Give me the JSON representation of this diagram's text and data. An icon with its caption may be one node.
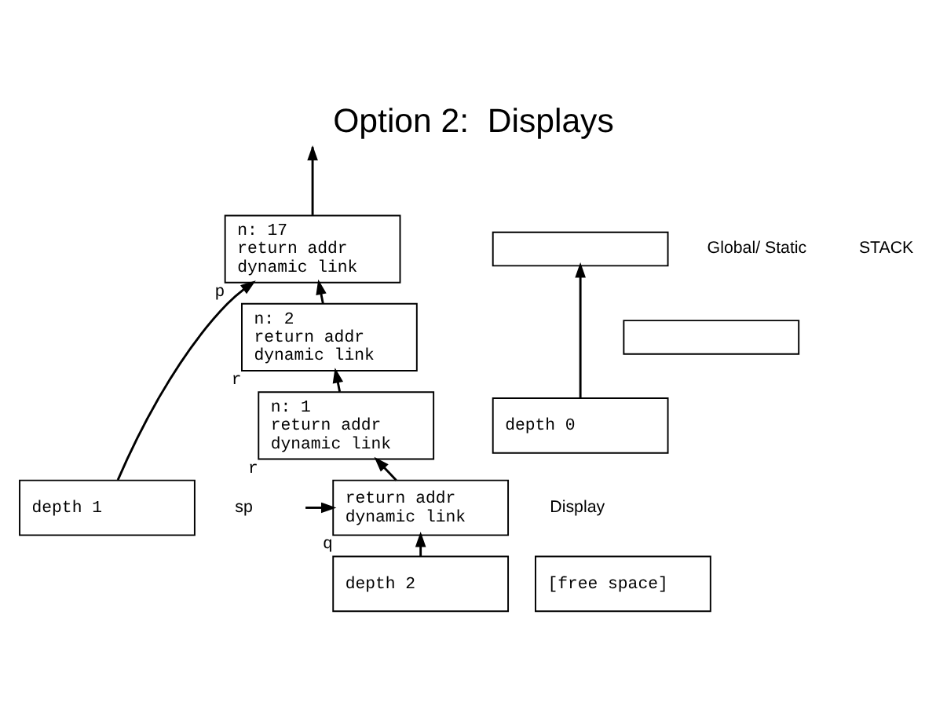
{
  "diagram": {
    "title": "Option 2:  Displays",
    "nodes": [
      {
        "text": [],
        "shape": "box"
      },
      {
        "text": [],
        "shape": "box"
      },
      {
        "text": [
          "depth 0"
        ]
      },
      {
        "text": [
          "depth 1"
        ]
      },
      {
        "text": [
          "depth 2"
        ]
      },
      {
        "text": [
          "n: 17",
          "return addr",
          "dynamic link"
        ],
        "beside": [
          "p"
        ]
      },
      {
        "text": [
          "n: 2",
          "return addr",
          "dynamic link"
        ],
        "beside": [
          "r"
        ]
      },
      {
        "text": [
          "n: 1",
          "return addr",
          "dynamic link"
        ],
        "beside": [
          "r"
        ]
      },
      {
        "text": [
          "return addr",
          "dynamic link"
        ],
        "beside": [
          "q"
        ]
      },
      {
        "text": [
          "[free space]"
        ]
      },
      {
        "text": [
          "sp"
        ]
      }
    ],
    "edges": [
      {
        "from": 2,
        "to": 0,
        "arrow": "to"
      },
      {
        "from": 3,
        "to": 5,
        "arrow": "to"
      },
      {
        "from": 4,
        "to": 8,
        "arrow": "to"
      },
      {
        "from": 10,
        "to": 8,
        "arrow": "to"
      },
      {
        "from": 8,
        "to": 7,
        "arrow": "to"
      },
      {
        "from": 7,
        "to": 6,
        "arrow": "to"
      },
      {
        "from": 6,
        "to": 5,
        "arrow": "to"
      },
      {
        "from": 5,
        "to": null,
        "arrow": "to"
      }
    ],
    "labels": [
      "Global/ Static",
      "Display",
      "STACK"
    ]
  }
}
